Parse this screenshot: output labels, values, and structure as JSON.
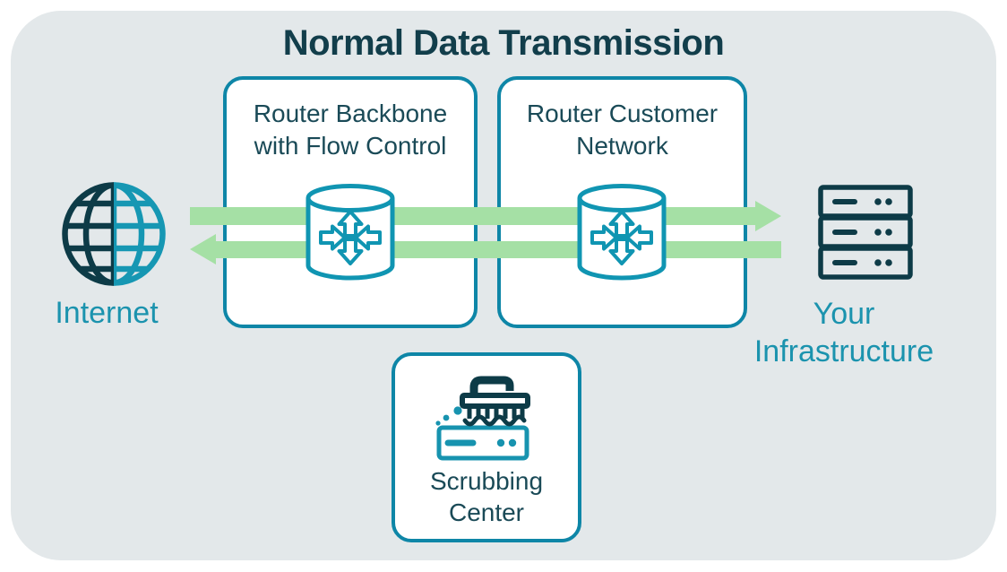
{
  "title": "Normal Data Transmission",
  "nodes": {
    "internet": {
      "label": "Internet"
    },
    "backbone": {
      "line1": "Router Backbone",
      "line2": "with Flow Control"
    },
    "customer": {
      "line1": "Router Customer",
      "line2": "Network"
    },
    "infrastructure": {
      "line1": "Your",
      "line2": "Infrastructure"
    },
    "scrubbing": {
      "line1": "Scrubbing",
      "line2": "Center"
    }
  },
  "flows": [
    {
      "from": "internet",
      "to": "infrastructure",
      "direction": "right"
    },
    {
      "from": "infrastructure",
      "to": "internet",
      "direction": "left"
    }
  ],
  "icons": {
    "internet": "globe-icon",
    "backbone": "router-cylinder-icon",
    "customer": "router-cylinder-icon",
    "infrastructure": "server-rack-icon",
    "scrubbing": "scrubbing-brush-icon"
  },
  "colors": {
    "panel_background": "#e3e8ea",
    "title_text": "#123e4b",
    "box_border": "#0e86a7",
    "box_label_text": "#1a4a57",
    "teal_text": "#1b93ae",
    "teal_icon": "#1095b2",
    "dark_icon": "#0d3b47",
    "flow_green": "#a5e0a5"
  }
}
